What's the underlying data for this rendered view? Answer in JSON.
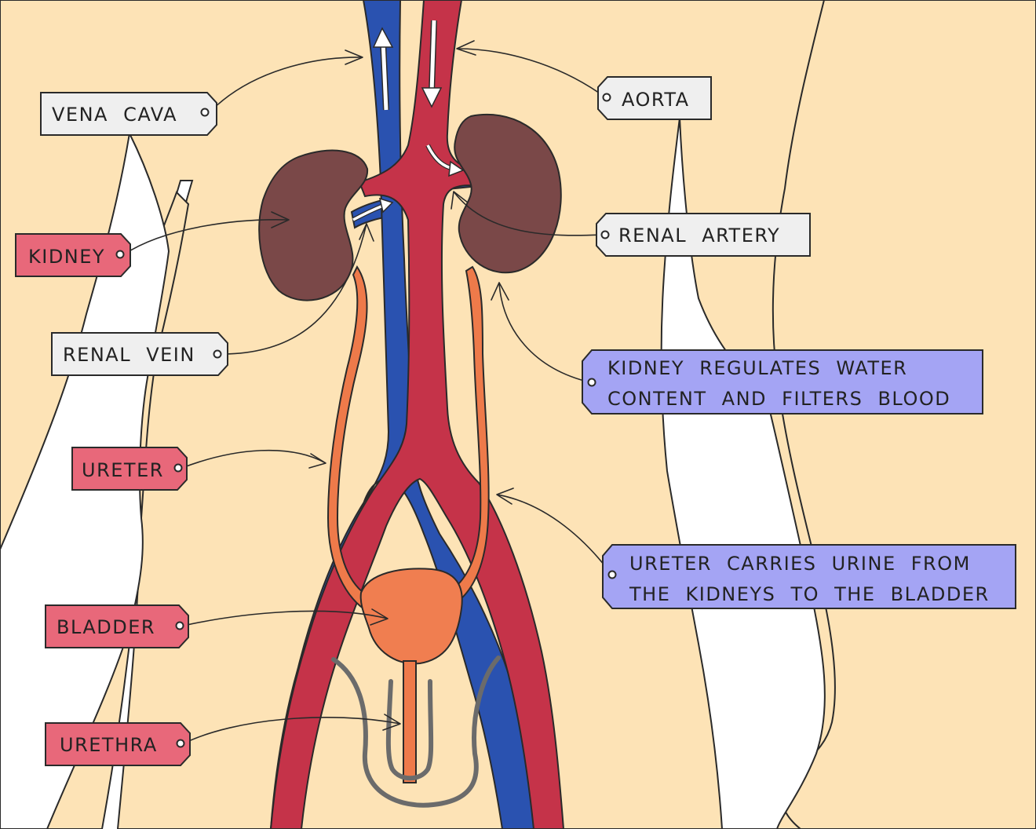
{
  "colors": {
    "skin": "#fde3b6",
    "vein": "#2a52b0",
    "artery": "#c53349",
    "kidney": "#7a4848",
    "ureter": "#ee7a4a",
    "bladder": "#f07e50",
    "urethra": "#ee7a4a",
    "tag_gray": "#efefef",
    "tag_red": "#e8687a",
    "tag_blue": "#a4a4f4"
  },
  "labels": {
    "vena_cava": {
      "lines": [
        "VENA CAVA"
      ]
    },
    "aorta": {
      "lines": [
        "AORTA"
      ]
    },
    "kidney": {
      "lines": [
        "KIDNEY"
      ]
    },
    "renal_artery": {
      "lines": [
        "RENAL ARTERY"
      ]
    },
    "renal_vein": {
      "lines": [
        "RENAL VEIN"
      ]
    },
    "kidney_function": {
      "lines": [
        "KIDNEY REGULATES WATER",
        "CONTENT AND FILTERS BLOOD"
      ]
    },
    "ureter": {
      "lines": [
        "URETER"
      ]
    },
    "ureter_function": {
      "lines": [
        "URETER CARRIES URINE FROM",
        "THE KIDNEYS TO THE BLADDER"
      ]
    },
    "bladder": {
      "lines": [
        "BLADDER"
      ]
    },
    "urethra": {
      "lines": [
        "URETHRA"
      ]
    }
  },
  "icons": {
    "flow_arrows": "white-flow-arrow"
  }
}
